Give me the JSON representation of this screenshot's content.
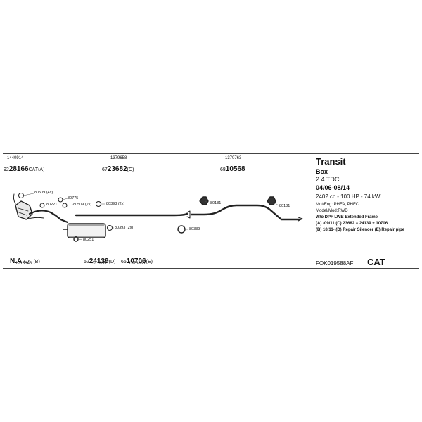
{
  "top_parts": [
    {
      "small": "1440914",
      "prefix": "92",
      "number": "28166",
      "suffix": "CAT(A)"
    },
    {
      "small": "1379658",
      "prefix": "67",
      "number": "23682",
      "suffix": "(C)"
    },
    {
      "small": "1370763",
      "prefix": "68",
      "number": "10568",
      "suffix": ""
    }
  ],
  "bottom_parts": [
    {
      "number": "N.A.",
      "suffix": "CAT(B)",
      "small": "1713340"
    },
    {
      "prefix": "52",
      "number": "24139",
      "suffix": "(D)",
      "small": "1371055"
    },
    {
      "prefix": "65",
      "number": "10706",
      "suffix": "(E)",
      "small": "1376833"
    }
  ],
  "part_labels": {
    "clip_4x": "80509 (4x)",
    "p80775": "80775",
    "p80221": "80221",
    "clip_2x": "80509 (2x)",
    "hanger_a": "80393 (2x)",
    "hanger_b": "80393 (2x)",
    "p80181_a": "80181",
    "p80181_b": "80181",
    "p80339": "80339",
    "p80251": "80251"
  },
  "vehicle": {
    "model": "Transit",
    "body": "Box",
    "engine": "2.4 TDCi",
    "years": "04/06-08/14",
    "power": "2402 cc - 100 HP - 74 kW",
    "mot_eng": "Mot/Eng: PHFA, PHFC",
    "model_mod": "Model/Mod:RWD",
    "options": "W/o DPF   LWB   Extended Frame",
    "note_a": "(A) -09/11 (C) 23682 = 24139 + 10706",
    "note_b": "(B) 10/11- (D) Repair Silencer (E) Repair pipe"
  },
  "kit": {
    "code": "FOK019588AF",
    "badge": "CAT"
  }
}
